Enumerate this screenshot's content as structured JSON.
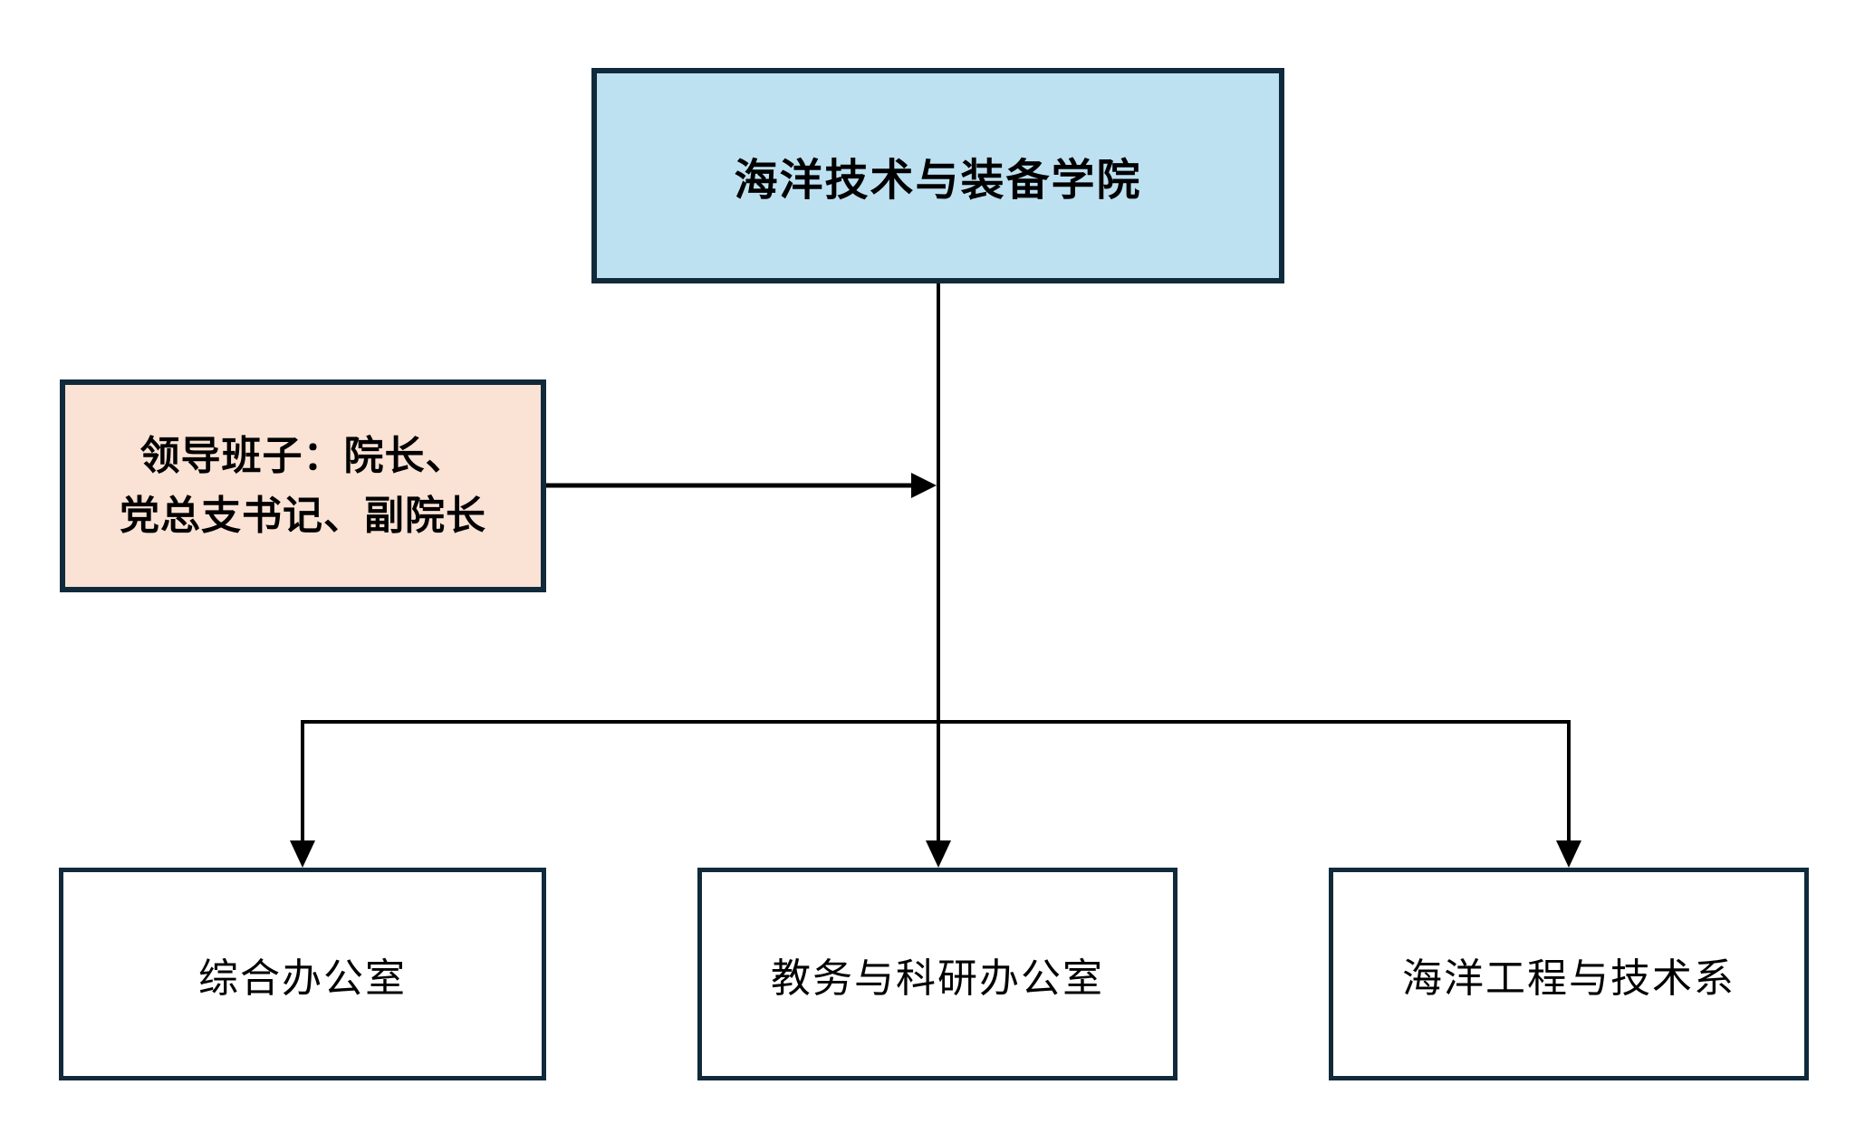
{
  "diagram": {
    "type": "org-chart",
    "title_node": {
      "label": "海洋技术与装备学院"
    },
    "leadership_node": {
      "label_line1": "领导班子：院长、",
      "label_line2": "党总支书记、副院长"
    },
    "departments": [
      {
        "label": "综合办公室"
      },
      {
        "label": "教务与科研办公室"
      },
      {
        "label": "海洋工程与技术系"
      }
    ],
    "colors": {
      "title_fill": "#bee1f2",
      "leadership_fill": "#fae2d4",
      "department_fill": "#ffffff",
      "box_border": "#112a3b",
      "connector_line": "#000000",
      "text": "#000000",
      "background": "#ffffff"
    }
  }
}
